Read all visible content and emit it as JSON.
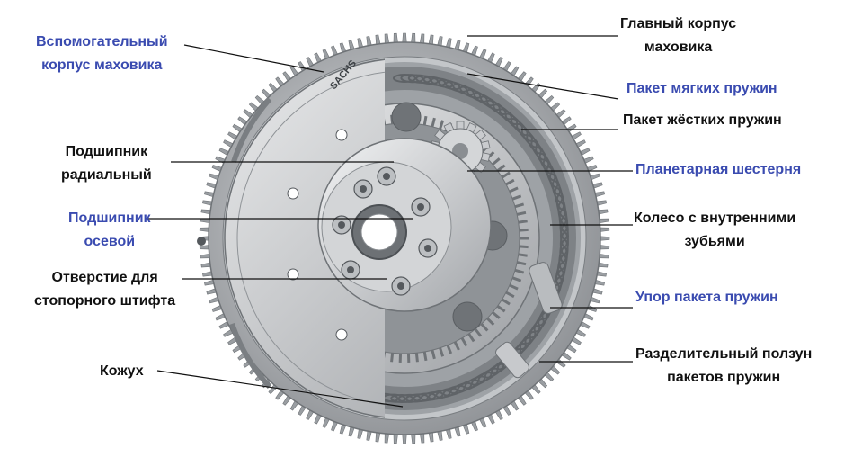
{
  "colors": {
    "accent_label": "#3a4bb0",
    "normal_label": "#111111",
    "metal_light": "#d6d8da",
    "metal_mid": "#a9acb0",
    "metal_dark": "#6f7377",
    "spring": "#8a8d90"
  },
  "brand": {
    "logo_text": "SACHS"
  },
  "labels": [
    {
      "id": "aux-housing",
      "lines": [
        "Вспомогательный",
        "корпус маховика"
      ],
      "accent": true
    },
    {
      "id": "main-housing",
      "lines": [
        "Главный корпус",
        "маховика"
      ],
      "accent": false
    },
    {
      "id": "soft-springs",
      "lines": [
        "Пакет мягких пружин"
      ],
      "accent": true
    },
    {
      "id": "hard-springs",
      "lines": [
        "Пакет жёстких пружин"
      ],
      "accent": false
    },
    {
      "id": "planetary-gear",
      "lines": [
        "Планетарная шестерня"
      ],
      "accent": true
    },
    {
      "id": "internal-gear",
      "lines": [
        "Колесо с внутренними",
        "зубьями"
      ],
      "accent": false
    },
    {
      "id": "spring-stop",
      "lines": [
        "Упор пакета пружин"
      ],
      "accent": true
    },
    {
      "id": "slider",
      "lines": [
        "Разделительный ползун",
        "пакетов пружин"
      ],
      "accent": false
    },
    {
      "id": "radial-bearing",
      "lines": [
        "Подшипник",
        "радиальный"
      ],
      "accent": false
    },
    {
      "id": "axial-bearing",
      "lines": [
        "Подшипник",
        "осевой"
      ],
      "accent": true
    },
    {
      "id": "pin-hole",
      "lines": [
        "Отверстие для",
        "стопорного штифта"
      ],
      "accent": false
    },
    {
      "id": "cover",
      "lines": [
        "Кожух"
      ],
      "accent": false
    }
  ]
}
